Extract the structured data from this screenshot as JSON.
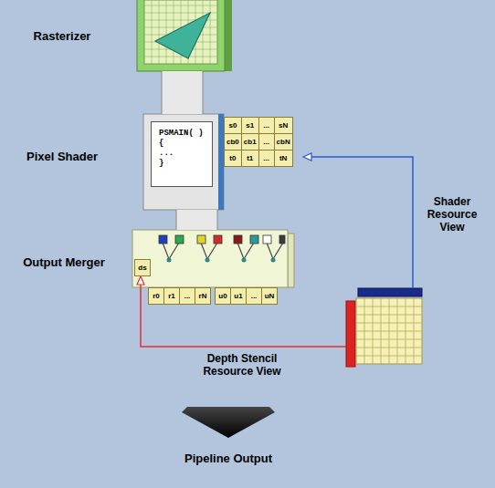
{
  "diagram": {
    "nodes": [
      {
        "text": [
          "Rasterizer"
        ]
      },
      {
        "text": [
          "Pixel Shader"
        ]
      },
      {
        "text": [
          "PSMAIN( )",
          "{",
          "...",
          "}"
        ],
        "in": 1
      },
      {
        "text": [
          "s0",
          "s1",
          "...",
          "sN",
          "cb0",
          "cb1",
          "...",
          "cbN",
          "t0",
          "t1",
          "...",
          "tN"
        ]
      },
      {
        "text": [
          "Output Merger"
        ]
      },
      {
        "text": [
          "ds"
        ],
        "in": 4
      },
      {
        "text": [
          "r0",
          "r1",
          "...",
          "rN",
          "u0",
          "u1",
          "...",
          "uN"
        ],
        "in": 4
      }
    ],
    "edges": [
      {
        "from": 0,
        "to": 1,
        "arrow": "none"
      },
      {
        "from": 1,
        "to": 4,
        "arrow": "none"
      }
    ],
    "labels": [
      "Shader Resource View",
      "Depth Stencil Resource View",
      "Pipeline Output"
    ]
  }
}
